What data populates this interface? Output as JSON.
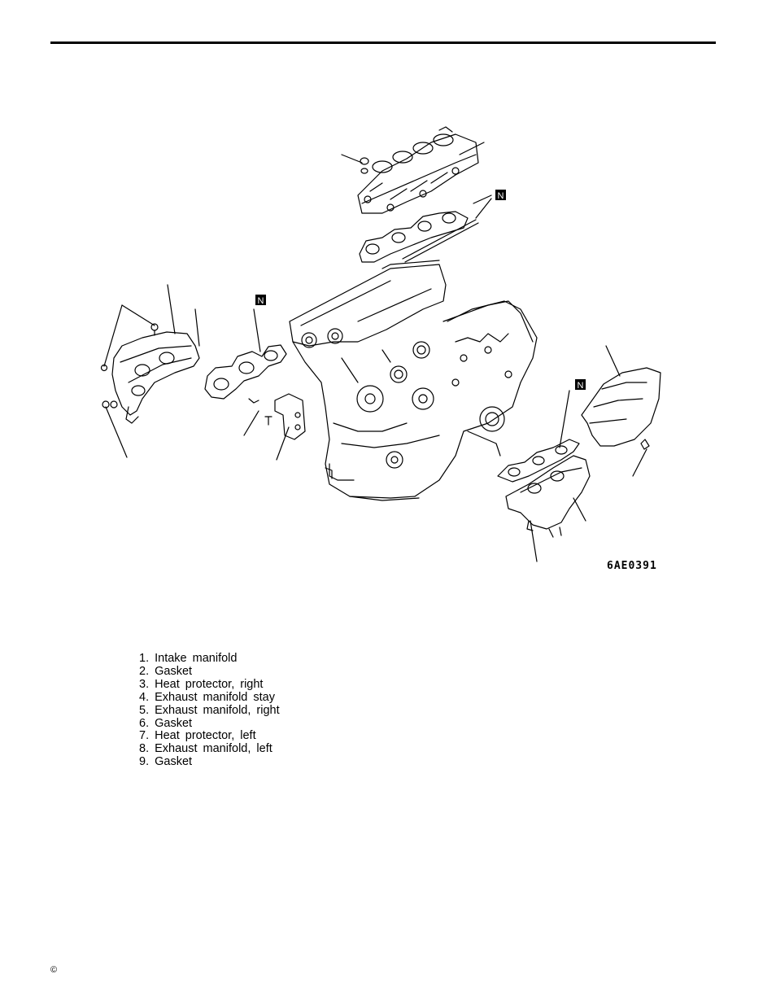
{
  "figure": {
    "code": "6AE0391",
    "new_part_marker": "N"
  },
  "legend": {
    "items": [
      "1. Intake  manifold",
      "2. Gasket",
      "3. Heat  protector,  right",
      "4. Exhaust  manifold  stay",
      "5. Exhaust  manifold,  right",
      "6. Gasket",
      "7. Heat  protector,  left",
      "8. Exhaust  manifold,  left",
      "9. Gasket"
    ]
  },
  "footer": {
    "copyright_symbol": "©"
  }
}
